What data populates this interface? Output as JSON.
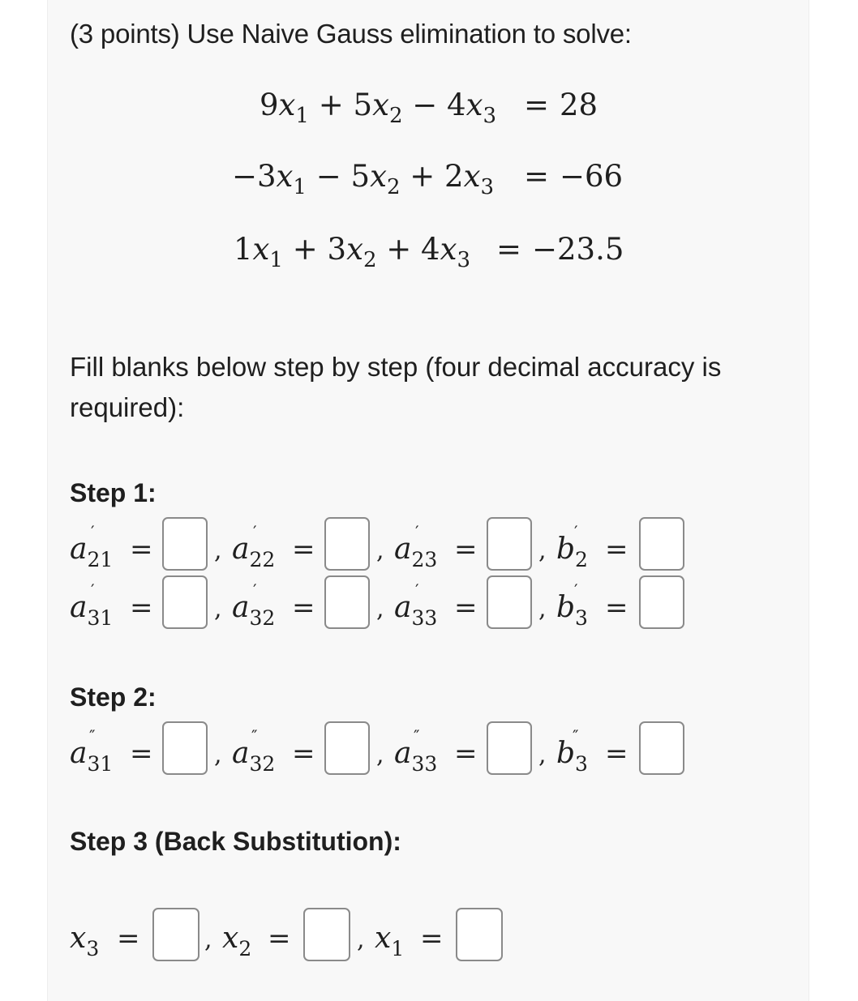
{
  "question": {
    "title": "(3 points) Use Naive Gauss elimination to solve:",
    "equations": [
      {
        "c1": "9",
        "op1": "+",
        "c2": "5",
        "op2": "−",
        "c3": "4",
        "rhs": "28"
      },
      {
        "c1": "−3",
        "op1": "−",
        "c2": "5",
        "op2": "+",
        "c3": "2",
        "rhs": "−66"
      },
      {
        "c1": "1",
        "op1": "+",
        "c2": "3",
        "op2": "+",
        "c3": "4",
        "rhs": "−23.5"
      }
    ],
    "variable_symbol": "x",
    "instructions": "Fill blanks below step by step (four decimal accuracy is required):"
  },
  "steps": {
    "step1": {
      "title": "Step 1:",
      "row1": {
        "a21": "",
        "a22": "",
        "a23": "",
        "b2": ""
      },
      "row2": {
        "a31": "",
        "a32": "",
        "a33": "",
        "b3": ""
      }
    },
    "step2": {
      "title": "Step 2:",
      "row1": {
        "a31": "",
        "a32": "",
        "a33": "",
        "b3": ""
      }
    },
    "step3": {
      "title": "Step 3 (Back Substitution):",
      "row1": {
        "x3": "",
        "x2": "",
        "x1": ""
      }
    }
  }
}
